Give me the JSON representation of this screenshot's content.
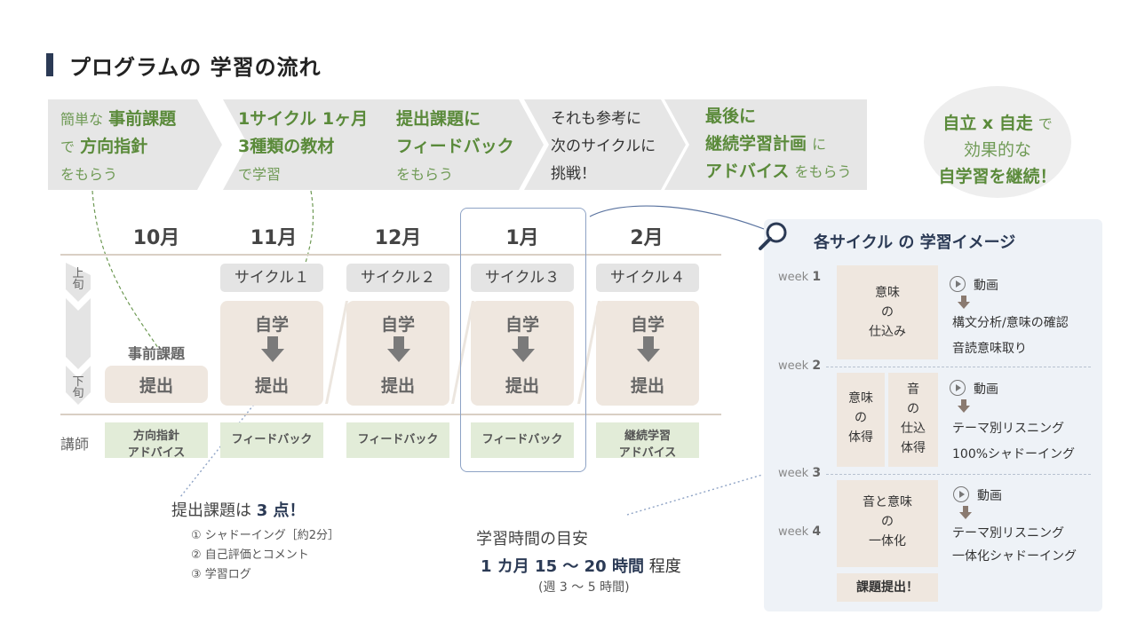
{
  "title": "プログラムの 学習の流れ",
  "flow": {
    "step1": {
      "a": "簡単な",
      "b": "事前課題",
      "c": "で",
      "d": "方向指針",
      "e": "をもらう"
    },
    "step2": {
      "a": "1サイクル 1ヶ月",
      "b": "3種類の教材",
      "c": "で学習"
    },
    "step3": {
      "a": "提出課題に",
      "b": "フィードバック",
      "c": "をもらう"
    },
    "step4": {
      "a": "それも参考に",
      "b": "次のサイクルに",
      "c": "挑戦！"
    },
    "step5": {
      "a": "最後に",
      "b": "継続学習計画",
      "c": "に",
      "d": "アドバイス",
      "e": "をもらう"
    },
    "result": {
      "a": "自立 x 自走",
      "b": "で",
      "c": "効果的な",
      "d": "自学習を継続！"
    }
  },
  "timeline": {
    "months": [
      "10月",
      "11月",
      "12月",
      "1月",
      "2月"
    ],
    "upper": "上旬",
    "lower": "下旬",
    "instructor": "講師",
    "pre_task": "事前課題",
    "submit": "提出",
    "self_study": "自学",
    "cycles": [
      "サイクル１",
      "サイクル２",
      "サイクル３",
      "サイクル４"
    ],
    "feedback": [
      {
        "l1": "方向指針",
        "l2": "アドバイス"
      },
      {
        "l1": "フィードバック",
        "l2": ""
      },
      {
        "l1": "フィードバック",
        "l2": ""
      },
      {
        "l1": "フィードバック",
        "l2": ""
      },
      {
        "l1": "継続学習",
        "l2": "アドバイス"
      }
    ]
  },
  "panel": {
    "title": "各サイクル の 学習イメージ",
    "week_word": "week",
    "weeks": [
      "1",
      "2",
      "3",
      "4"
    ],
    "box1": [
      "意味",
      "の",
      "仕込み"
    ],
    "box2a": [
      "意味",
      "の",
      "体得"
    ],
    "box2b": [
      "音",
      "の",
      "仕込",
      "体得"
    ],
    "box3": [
      "音と意味",
      "の",
      "一体化"
    ],
    "submit": "課題提出！",
    "video": "動画",
    "w1_items": [
      "構文分析/意味の確認",
      "音読意味取り"
    ],
    "w2_items": [
      "テーマ別リスニング",
      "100%シャドーイング"
    ],
    "w3_items": [
      "テーマ別リスニング",
      "一体化シャドーイング"
    ]
  },
  "submission": {
    "head_a": "提出課題は",
    "head_b": "3 点！",
    "items": [
      "① シャドーイング［約2分］",
      "② 自己評価とコメント",
      "③ 学習ログ"
    ]
  },
  "study_time": {
    "label": "学習時間の目安",
    "main": "1 カ月  15 〜 20 時間",
    "suffix": "程度",
    "sub": "(週 3 〜 5 時間)"
  },
  "colors": {
    "green": "#5a8a3a",
    "navy": "#2b3a55",
    "beige": "#efe7df",
    "feedback": "#e2ecd8"
  }
}
